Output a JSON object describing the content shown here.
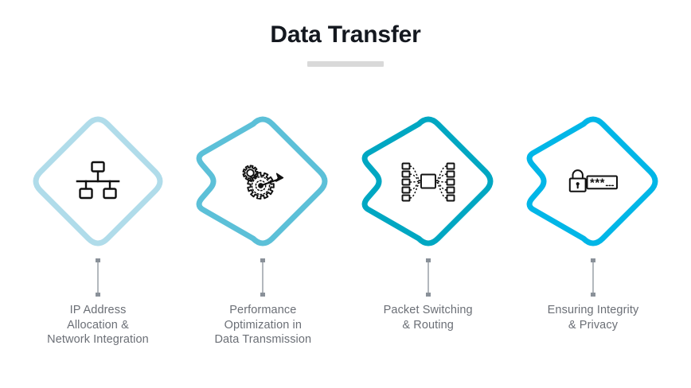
{
  "header": {
    "title": "Data Transfer",
    "rule_color": "#d9d9d9"
  },
  "theme": {
    "title_color": "#14181f",
    "caption_color": "#6b6f76",
    "connector_color": "#8a9199",
    "icon_color": "#111111",
    "background": "#ffffff"
  },
  "steps": [
    {
      "id": "ip-address-allocation",
      "caption": "IP Address\nAllocation &\nNetwork Integration",
      "icon": "network-sitemap-icon",
      "color": "#b0dcea",
      "notched": false
    },
    {
      "id": "performance-optimization",
      "caption": "Performance\nOptimization in\nData Transmission",
      "icon": "gears-target-arrow-icon",
      "color": "#5cc0d8",
      "notched": true
    },
    {
      "id": "packet-switching-routing",
      "caption": "Packet Switching\n& Routing",
      "icon": "packet-switch-icon",
      "color": "#00a7c2",
      "notched": true
    },
    {
      "id": "ensuring-integrity-privacy",
      "caption": "Ensuring Integrity\n& Privacy",
      "icon": "lock-password-icon",
      "color": "#01b6e7",
      "notched": true
    }
  ]
}
